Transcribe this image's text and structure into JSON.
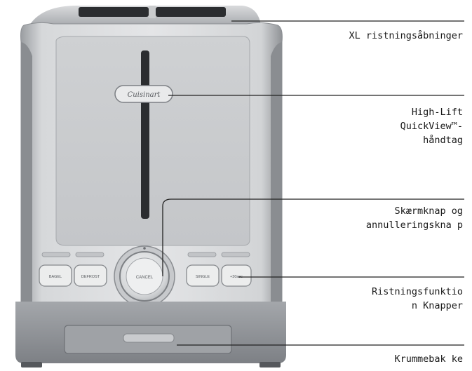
{
  "toaster": {
    "brand_badge": "Cuisinart",
    "buttons": {
      "bagel": "BAGEL",
      "defrost": "DEFROST",
      "cancel": "CANCEL",
      "single": "SINGLE",
      "plus": "+30sec"
    }
  },
  "callouts": [
    {
      "lines": [
        "XL ristningsåbninger"
      ]
    },
    {
      "lines": [
        "High-Lift",
        "QuickView™-",
        "håndtag"
      ]
    },
    {
      "lines": [
        "Skærmknap og",
        "annulleringskna p"
      ]
    },
    {
      "lines": [
        "Ristningsfunktio",
        "n Knapper"
      ]
    },
    {
      "lines": [
        "Krummebak ke"
      ]
    }
  ],
  "colors": {
    "steel_light": "#dcdddf",
    "steel_mid": "#b9bbbe",
    "steel_dark": "#8d9094",
    "slot": "#2b2d30",
    "leader_line": "#222222"
  }
}
